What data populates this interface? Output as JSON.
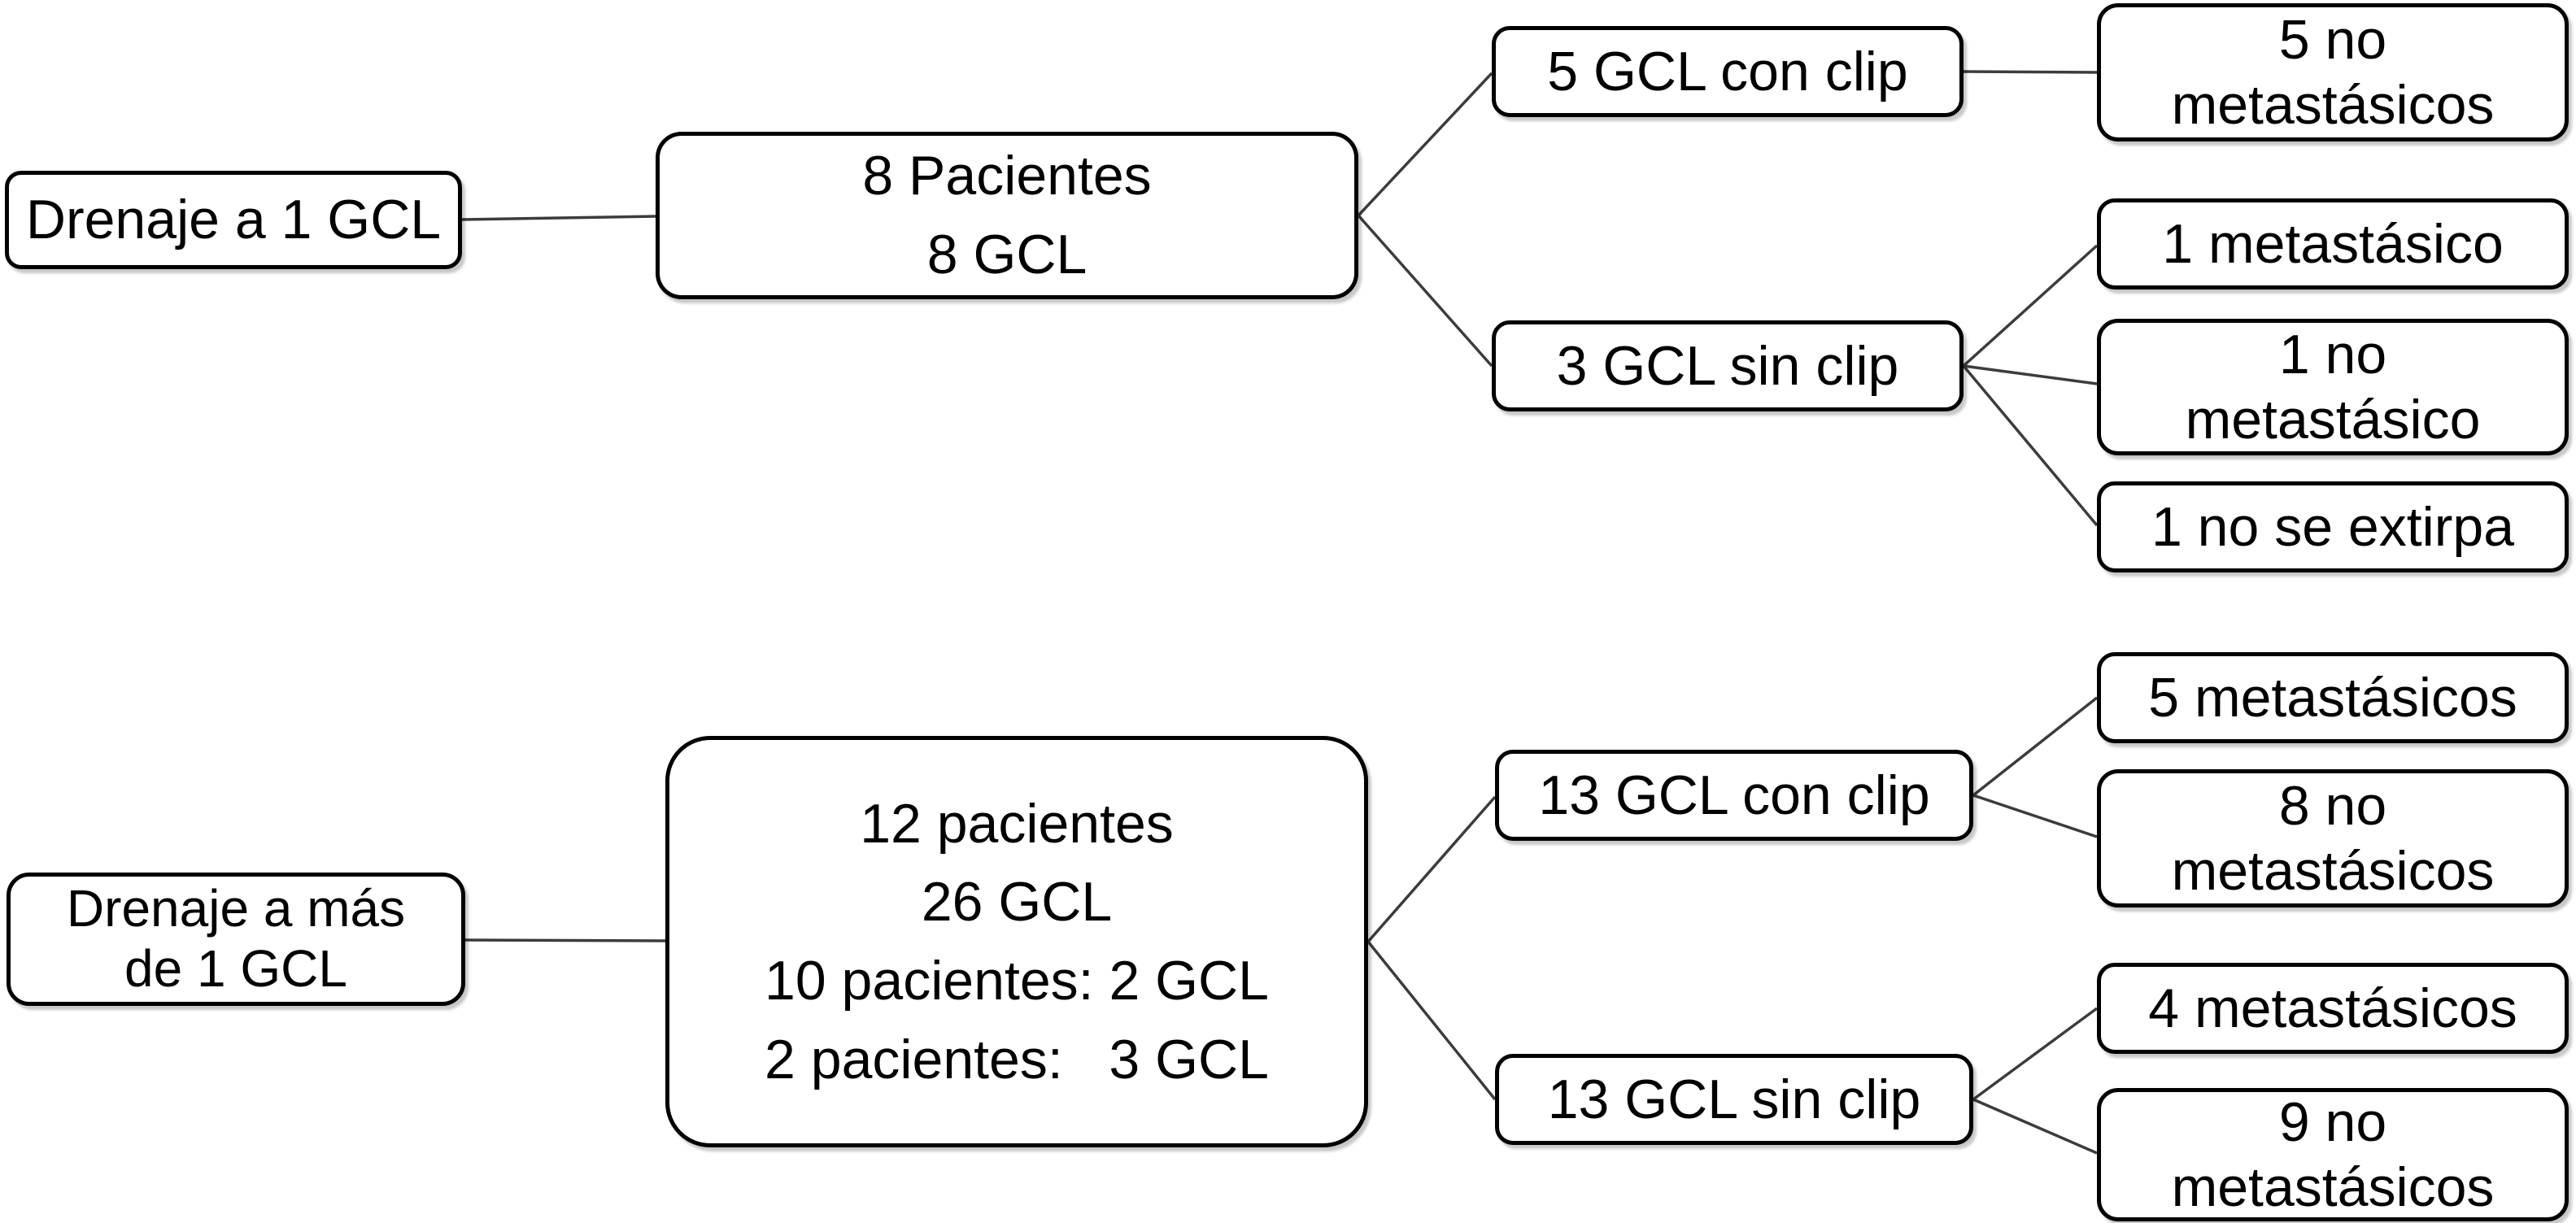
{
  "diagram": {
    "type": "flowchart",
    "language": "es",
    "colors": {
      "background": "#ffffff",
      "box_border": "#000000",
      "text": "#000000",
      "connector": "#3c3c3c"
    }
  },
  "nodes": {
    "drenaje_1": {
      "label": "Drenaje a 1 GCL"
    },
    "pacientes_8": {
      "label": "8 Pacientes\n8 GCL"
    },
    "gcl5_con_clip": {
      "label": "5 GCL con clip"
    },
    "no_metastasicos_5": {
      "label": "5 no\nmetastásicos"
    },
    "gcl3_sin_clip": {
      "label": "3 GCL sin clip"
    },
    "metastasico_1": {
      "label": "1 metastásico"
    },
    "no_metastasico_1": {
      "label": "1 no\nmetastásico"
    },
    "no_se_extirpa_1": {
      "label": "1 no se extirpa"
    },
    "drenaje_mas": {
      "label": "Drenaje a más\nde 1 GCL"
    },
    "pacientes_12": {
      "label": "12 pacientes\n26 GCL\n10 pacientes: 2 GCL\n2 pacientes:   3 GCL"
    },
    "gcl13_con_clip": {
      "label": "13 GCL con clip"
    },
    "metastasicos_5": {
      "label": "5 metastásicos"
    },
    "no_metastasicos_8": {
      "label": "8 no\nmetastásicos"
    },
    "gcl13_sin_clip": {
      "label": "13 GCL sin clip"
    },
    "metastasicos_4": {
      "label": "4 metastásicos"
    },
    "no_metastasicos_9": {
      "label": "9 no\nmetastásicos"
    }
  },
  "edges": [
    {
      "from": "drenaje_1",
      "to": "pacientes_8"
    },
    {
      "from": "pacientes_8",
      "to": "gcl5_con_clip"
    },
    {
      "from": "pacientes_8",
      "to": "gcl3_sin_clip"
    },
    {
      "from": "gcl5_con_clip",
      "to": "no_metastasicos_5"
    },
    {
      "from": "gcl3_sin_clip",
      "to": "metastasico_1"
    },
    {
      "from": "gcl3_sin_clip",
      "to": "no_metastasico_1"
    },
    {
      "from": "gcl3_sin_clip",
      "to": "no_se_extirpa_1"
    },
    {
      "from": "drenaje_mas",
      "to": "pacientes_12"
    },
    {
      "from": "pacientes_12",
      "to": "gcl13_con_clip"
    },
    {
      "from": "pacientes_12",
      "to": "gcl13_sin_clip"
    },
    {
      "from": "gcl13_con_clip",
      "to": "metastasicos_5"
    },
    {
      "from": "gcl13_con_clip",
      "to": "no_metastasicos_8"
    },
    {
      "from": "gcl13_sin_clip",
      "to": "metastasicos_4"
    },
    {
      "from": "gcl13_sin_clip",
      "to": "no_metastasicos_9"
    }
  ]
}
